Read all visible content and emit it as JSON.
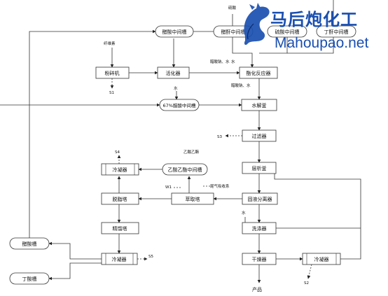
{
  "diagram": {
    "nodes": {
      "acetic_acid_mid_tank": "醋酸中间槽",
      "crusher": "粉碎机",
      "activator": "活化器",
      "acetic_anhydride_mid_tank": "醋酐中间槽",
      "sulfuric_acid_mid_tank": "硫酸中间槽",
      "butyric_anhydride_mid_tank": "丁酐中间槽",
      "esterification_reactor": "酯化反应器",
      "acetic_acid_67_mid_tank": "67%醋酸中间槽",
      "hydrolysis_kettle": "水解釜",
      "filter": "过滤器",
      "precipitation_kettle": "层析釜",
      "condenser_upper": "冷凝器",
      "ethyl_acetate_mid_tank": "乙酸乙酯中间槽",
      "dehydration_tower": "脱脂塔",
      "extraction_tower": "萃取塔",
      "solid_liquid_separator": "固液分离器",
      "rectification_tower": "精馏塔",
      "washer": "洗涤器",
      "condenser_lower": "冷凝器",
      "acetic_acid_tank": "醋酸槽",
      "dryer": "干燥器",
      "condenser_right": "冷凝器",
      "butyric_acid_tank": "丁酸槽"
    },
    "labels": {
      "cellulose": "纤维素",
      "s1": "S1",
      "water_top": "水",
      "acid_water": "醋酸钠、水",
      "acid_water2": "醋酸钠、水",
      "water_mid": "水",
      "s3": "S3",
      "s4": "S4",
      "ethyl_ethyl": "乙酸乙酯",
      "w1": "W1",
      "tail_gas": "尾气吸收系",
      "water_lower": "水",
      "s5": "S5",
      "s2": "S2",
      "product": "产品",
      "sulfuric": "硫酸"
    }
  },
  "logo": {
    "cn": "马后炮化工",
    "en": "Mahoupao.net"
  },
  "colors": {
    "line": "#333333",
    "logo_blue": "#1a4fb0",
    "logo_dark": "#0a2a6b"
  }
}
